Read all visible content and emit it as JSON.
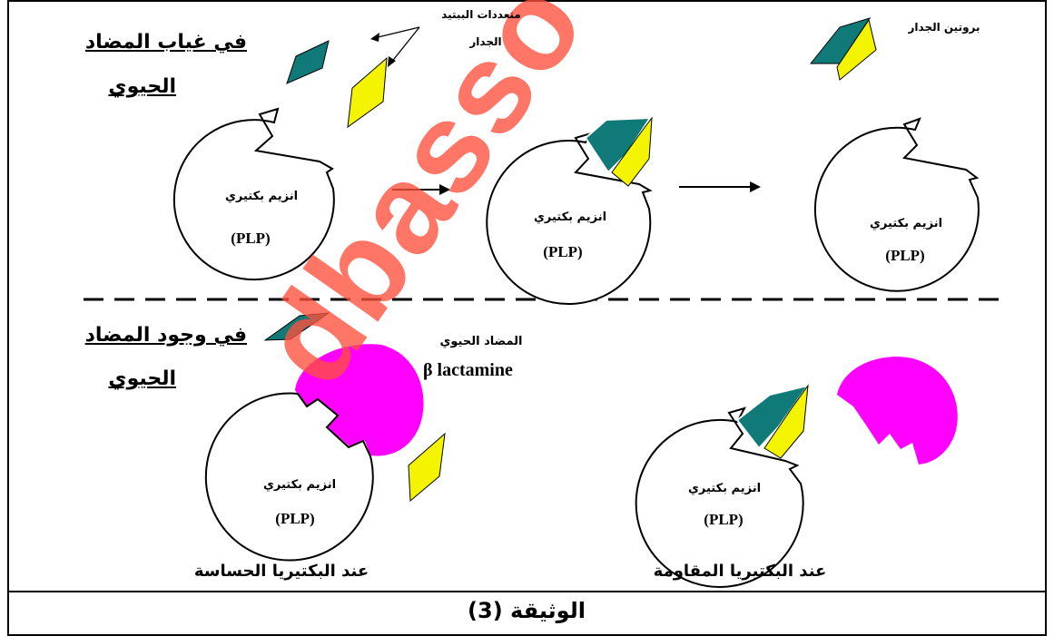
{
  "watermark": "dbasso",
  "top_section": {
    "title_line1": "في غياب المضاد",
    "title_line2": "الحيوي",
    "peptide_label_line1": "متعددات الببتيد",
    "peptide_label_line2": "الجدار",
    "wall_protein_label": "بروتين الجدار"
  },
  "bottom_section": {
    "title_line1": "في وجود المضاد",
    "title_line2": "الحيوي",
    "antibiotic_label": "المضاد الحيوي",
    "antibiotic_name": "β lactamine",
    "sensitive_label": "عند البكتيريا الحساسة",
    "resistant_label": "عند البكتيريا المقاومة"
  },
  "enzyme": {
    "name": "انزيم بكتيري",
    "code": "(PLP)"
  },
  "caption": "الوثيقة (3)",
  "colors": {
    "teal": "#0f7a78",
    "yellow": "#f4f400",
    "magenta": "#ff00ff",
    "watermark": "#ff503c"
  }
}
